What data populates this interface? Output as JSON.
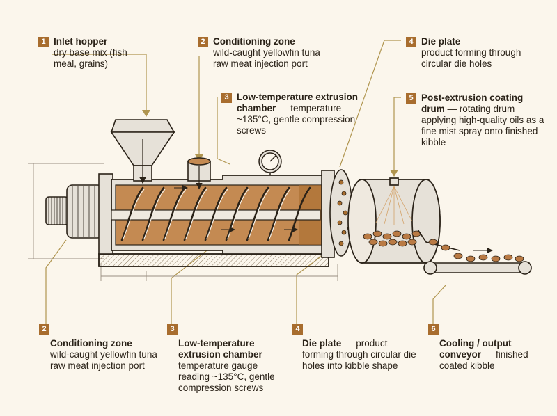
{
  "top_callouts": [
    {
      "num": "1",
      "title": "Inlet hopper",
      "desc": "dry base mix (fish meal, grains)"
    },
    {
      "num": "2",
      "title": "Conditioning zone",
      "desc": "wild-caught yellowfin tuna raw meat injection port"
    },
    {
      "num": "3",
      "title": "Low-temperature extrusion chamber",
      "desc": "temperature ~135°C, gentle compression screws"
    },
    {
      "num": "4",
      "title": "Die plate",
      "desc": "product forming through circular die holes"
    },
    {
      "num": "5",
      "title": "Post-extrusion coating drum",
      "desc": "rotating drum applying high-quality oils as a fine mist spray onto finished kibble"
    }
  ],
  "bottom_callouts": [
    {
      "num": "2",
      "title": "Conditioning zone",
      "desc": "wild-caught yellowfin tuna raw meat injection port"
    },
    {
      "num": "3",
      "title": "Low-temperature extrusion chamber",
      "desc": "temperature gauge reading ~135°C, gentle compression screws"
    },
    {
      "num": "4",
      "title": "Die plate",
      "desc": "product forming through circular die holes into kibble shape"
    },
    {
      "num": "6",
      "title": "Cooling / output conveyor",
      "desc": "finished coated kibble"
    }
  ],
  "dash": " — ",
  "colors": {
    "accent": "#a86d2e",
    "ink": "#2a2218",
    "metal": "#e6e1d8",
    "product": "#b97a44",
    "leader": "#b0954f",
    "background": "#fbf6ec"
  }
}
